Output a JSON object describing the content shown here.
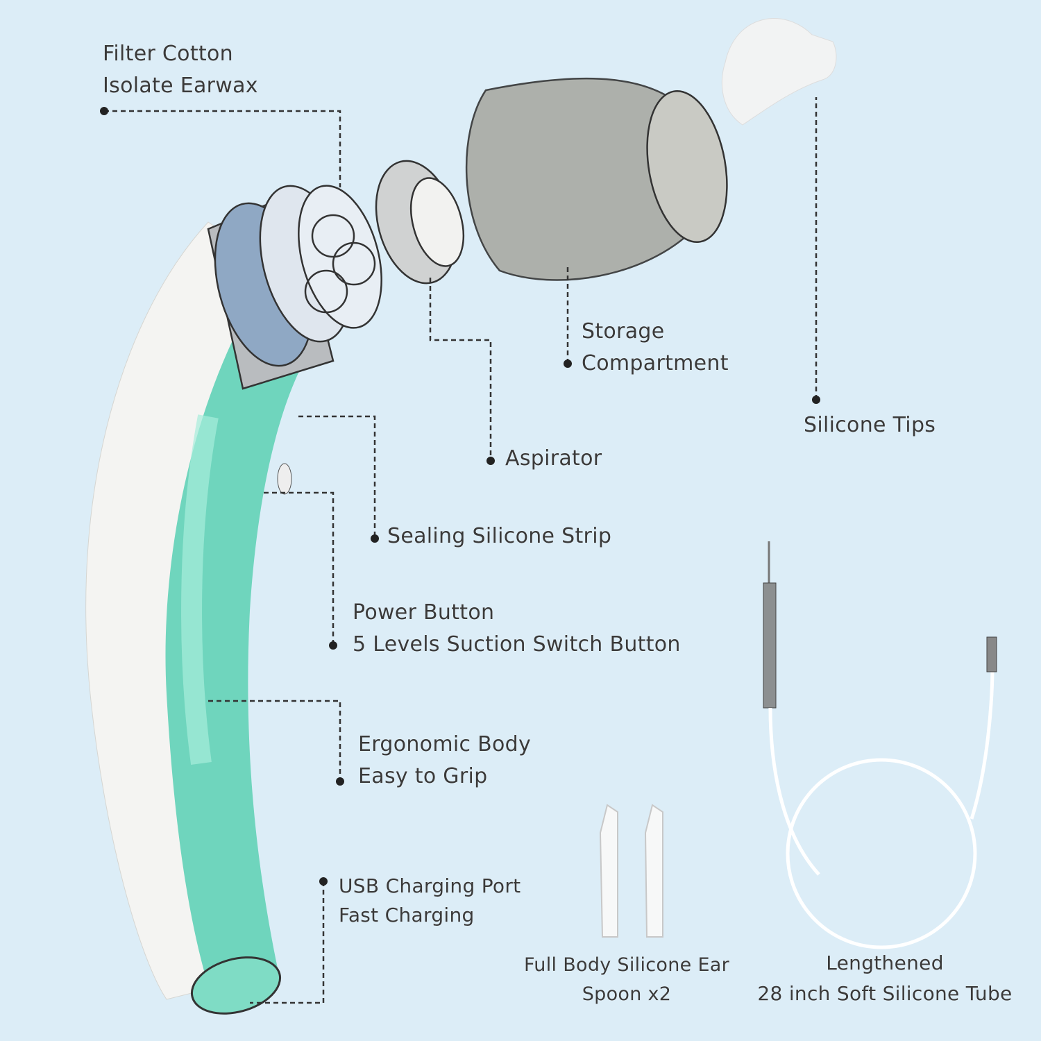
{
  "colors": {
    "background": "#dcedf7",
    "body_green": "#6fd5bd",
    "body_white": "#f4f4f2",
    "chamber_gray": "#a9aaa3",
    "tip": "#f2f3f3"
  },
  "labels": {
    "filter": [
      "Filter Cotton",
      "Isolate Earwax"
    ],
    "storage": [
      "Storage",
      "Compartment"
    ],
    "tips": [
      "Silicone Tips"
    ],
    "aspirator": [
      "Aspirator"
    ],
    "sealing": [
      "Sealing Silicone Strip"
    ],
    "power": [
      "Power Button",
      "5 Levels Suction Switch Button"
    ],
    "body": [
      "Ergonomic Body",
      "Easy to Grip"
    ],
    "usb": [
      "USB Charging Port",
      "Fast Charging"
    ],
    "spoon": [
      "Full Body Silicone Ear",
      "Spoon x2"
    ],
    "tube": [
      "Lengthened",
      "28 inch Soft Silicone Tube"
    ]
  }
}
